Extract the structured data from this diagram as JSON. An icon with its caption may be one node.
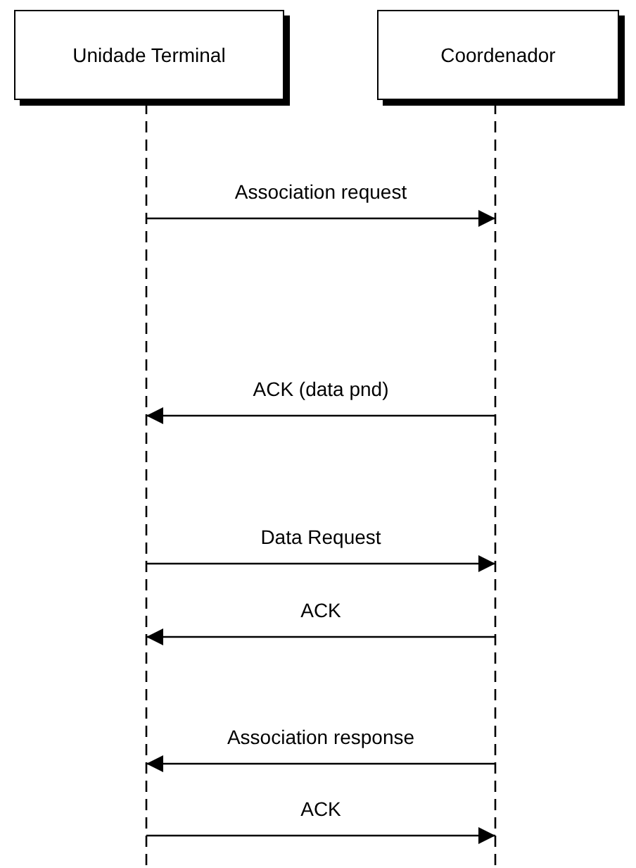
{
  "diagram": {
    "nodes": [
      {
        "text": [
          "Unidade Terminal"
        ]
      },
      {
        "text": [
          "Coordenador"
        ]
      }
    ],
    "edges": [
      {
        "from": 0,
        "to": 1,
        "arrow": "to",
        "label": "Association request"
      },
      {
        "from": 1,
        "to": 0,
        "arrow": "to",
        "label": "ACK (data pnd)"
      },
      {
        "from": 0,
        "to": 1,
        "arrow": "to",
        "label": "Data Request"
      },
      {
        "from": 1,
        "to": 0,
        "arrow": "to",
        "label": "ACK"
      },
      {
        "from": 1,
        "to": 0,
        "arrow": "to",
        "label": "Association response"
      },
      {
        "from": 0,
        "to": 1,
        "arrow": "to",
        "label": "ACK"
      }
    ]
  }
}
